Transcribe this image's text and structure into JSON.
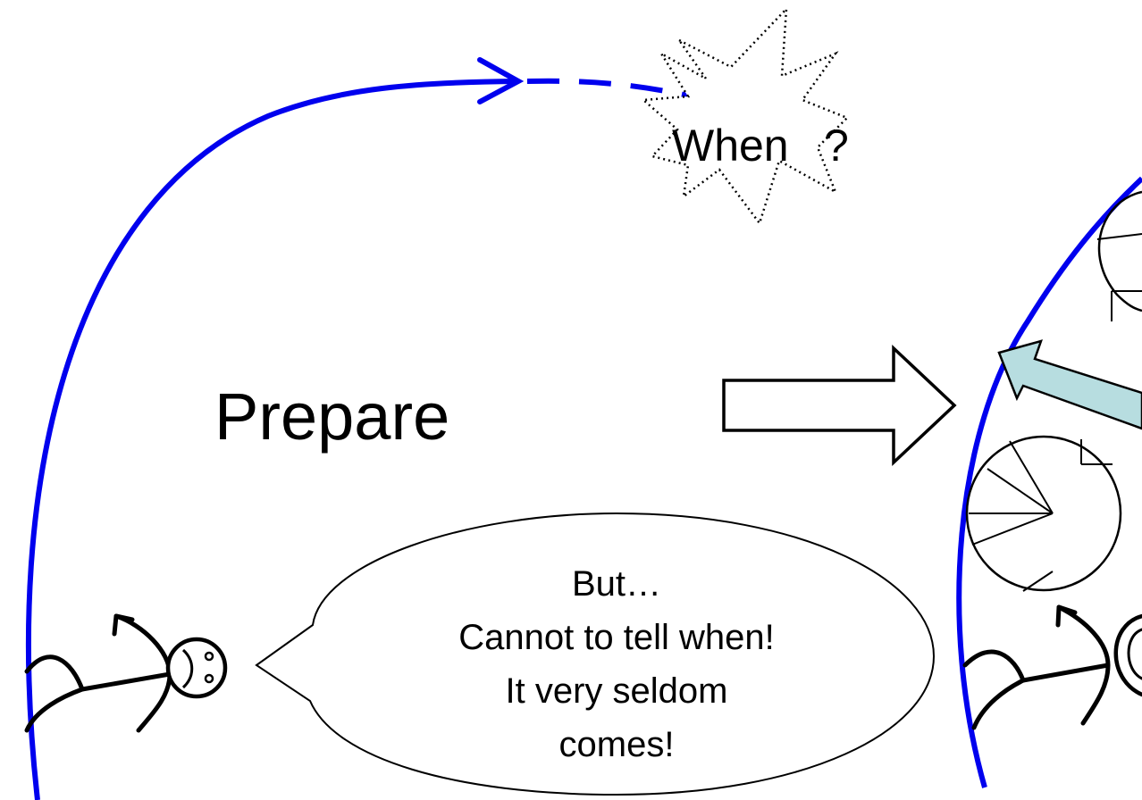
{
  "title": "Prepare",
  "burst_text": "When",
  "burst_mark": "?",
  "speech_lines": [
    "But…",
    "Cannot to tell when!",
    "It very seldom",
    "comes!"
  ],
  "colors": {
    "cycle_line": "#0000ee",
    "highlight_arrow_fill": "#b7dde0",
    "ink": "#000000"
  },
  "icons": [
    "sad-face-icon",
    "stick-figure-icon",
    "clock-icon",
    "explosion-burst-icon"
  ]
}
